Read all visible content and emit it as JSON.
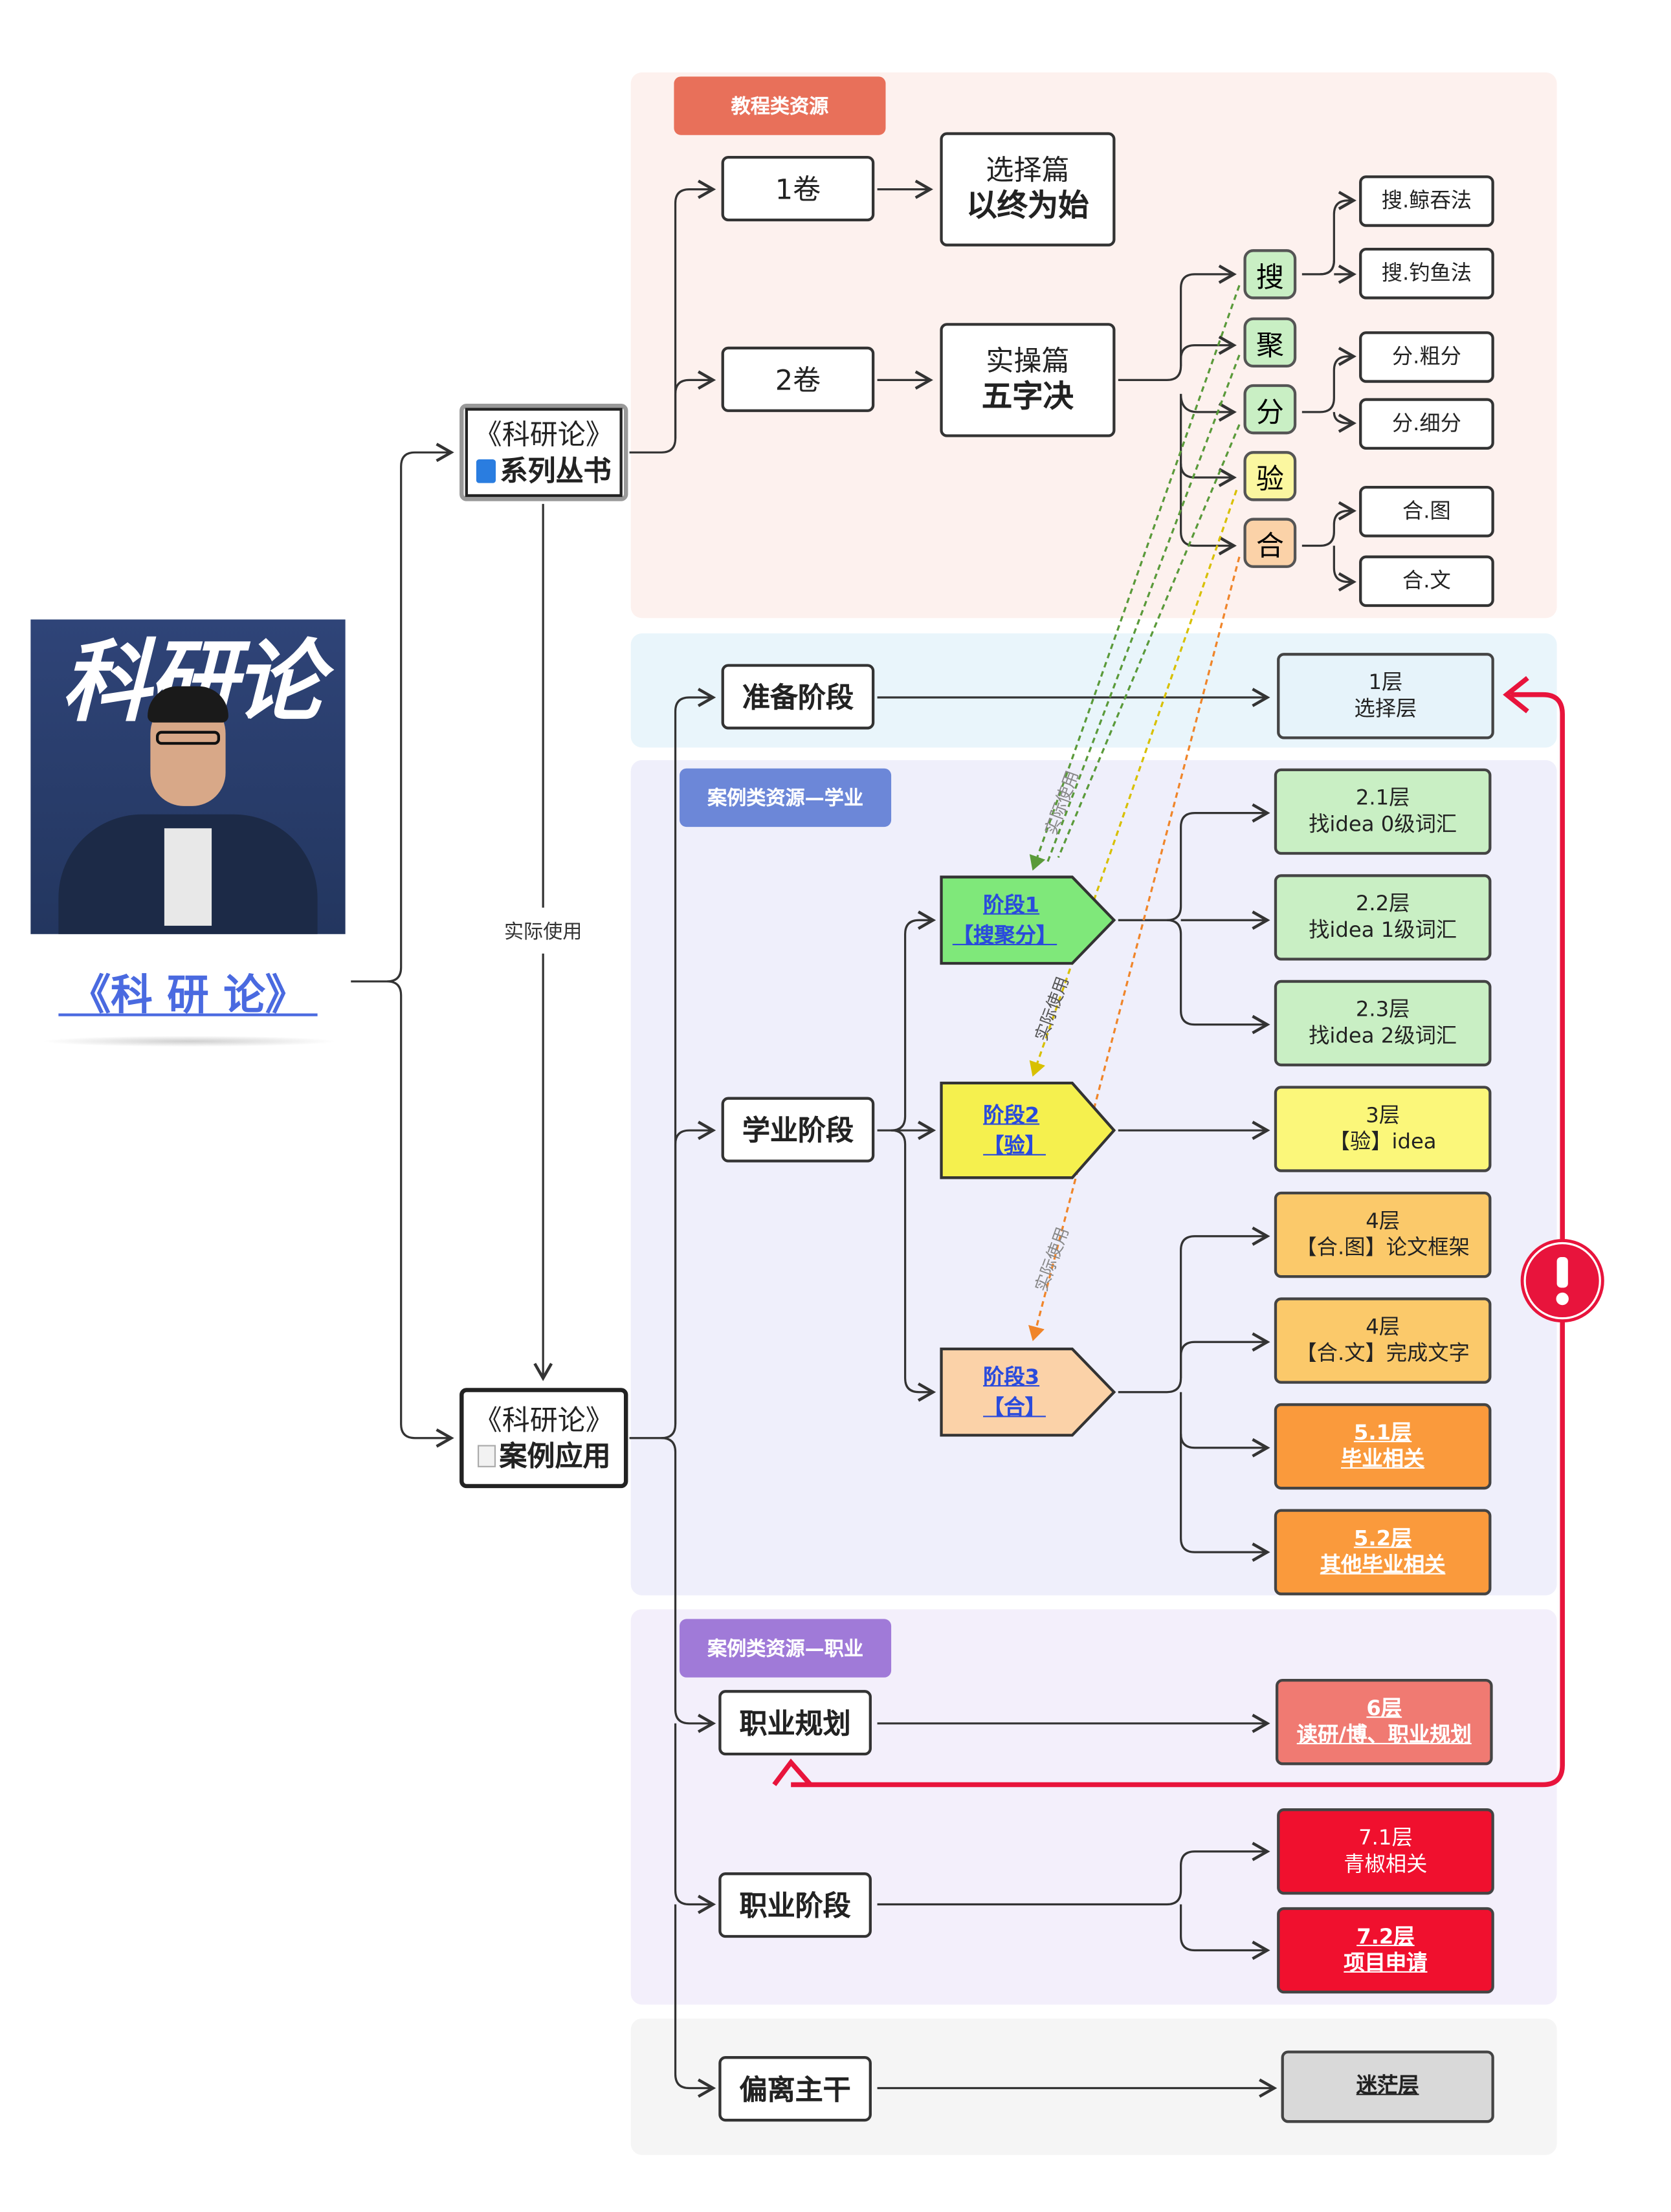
{
  "central": {
    "cover_title": "科研论",
    "caption": "《科 研 论》"
  },
  "regions": {
    "tutorial_tag": "教程类资源",
    "academic_tag": "案例类资源—学业",
    "career_tag": "案例类资源—职业"
  },
  "branches": {
    "series": {
      "line1": "《科研论》",
      "line2": "系列丛书",
      "icon": "blue-book-icon"
    },
    "cases": {
      "line1": "《科研论》",
      "line2": "案例应用",
      "icon": "document-icon"
    },
    "usage_label": "实际使用"
  },
  "volumes": {
    "vol1": {
      "label": "1卷",
      "title": "选择篇",
      "subtitle": "以终为始"
    },
    "vol2": {
      "label": "2卷",
      "title": "实操篇",
      "subtitle": "五字决"
    }
  },
  "five_chars": [
    {
      "char": "搜",
      "color": "#c9efc4"
    },
    {
      "char": "聚",
      "color": "#c9efc4"
    },
    {
      "char": "分",
      "color": "#c9efc4"
    },
    {
      "char": "验",
      "color": "#fbf7a0"
    },
    {
      "char": "合",
      "color": "#fbd2a8"
    }
  ],
  "methods": [
    "搜.鲸吞法",
    "搜.钓鱼法",
    "分.粗分",
    "分.细分",
    "合.图",
    "合.文"
  ],
  "phases": {
    "prep": "准备阶段",
    "academic": "学业阶段",
    "career_plan": "职业规划",
    "career": "职业阶段",
    "deviate": "偏离主干"
  },
  "stages": {
    "s1": {
      "line1": "阶段1",
      "line2": "【搜聚分】"
    },
    "s2": {
      "line1": "阶段2",
      "line2": "【验】"
    },
    "s3": {
      "line1": "阶段3",
      "line2": "【合】"
    }
  },
  "levels": {
    "l1": {
      "line1": "1层",
      "line2": "选择层"
    },
    "l21": {
      "line1": "2.1层",
      "line2": "找idea 0级词汇"
    },
    "l22": {
      "line1": "2.2层",
      "line2": "找idea 1级词汇"
    },
    "l23": {
      "line1": "2.3层",
      "line2": "找idea 2级词汇"
    },
    "l3": {
      "line1": "3层",
      "line2": "【验】idea"
    },
    "l4a": {
      "line1": "4层",
      "line2": "【合.图】论文框架"
    },
    "l4b": {
      "line1": "4层",
      "line2": "【合.文】完成文字"
    },
    "l51": {
      "line1": "5.1层",
      "line2": "毕业相关"
    },
    "l52": {
      "line1": "5.2层",
      "line2": "其他毕业相关"
    },
    "l6": {
      "line1": "6层",
      "line2": "读研/博、职业规划"
    },
    "l71": {
      "line1": "7.1层",
      "line2": "青椒相关"
    },
    "l72": {
      "line1": "7.2层",
      "line2": "项目申请"
    },
    "lost": "迷茫层"
  },
  "colors": {
    "tutorial_bg": "#fdf1ee",
    "prep_bg": "#e9f5fb",
    "academic_bg": "#efeffb",
    "career_bg": "#f3effb",
    "deviate_bg": "#f5f5f5",
    "tutorial_tag": "#e8705a",
    "academic_tag": "#6c87d8",
    "career_tag": "#a07ad8",
    "green": "#c9efc4",
    "yellow": "#fbf77a",
    "orange_light": "#fbd59a",
    "orange": "#fa9a3c",
    "salmon": "#f07a72",
    "red": "#f0102e",
    "loop_arrow": "#e8143c"
  }
}
